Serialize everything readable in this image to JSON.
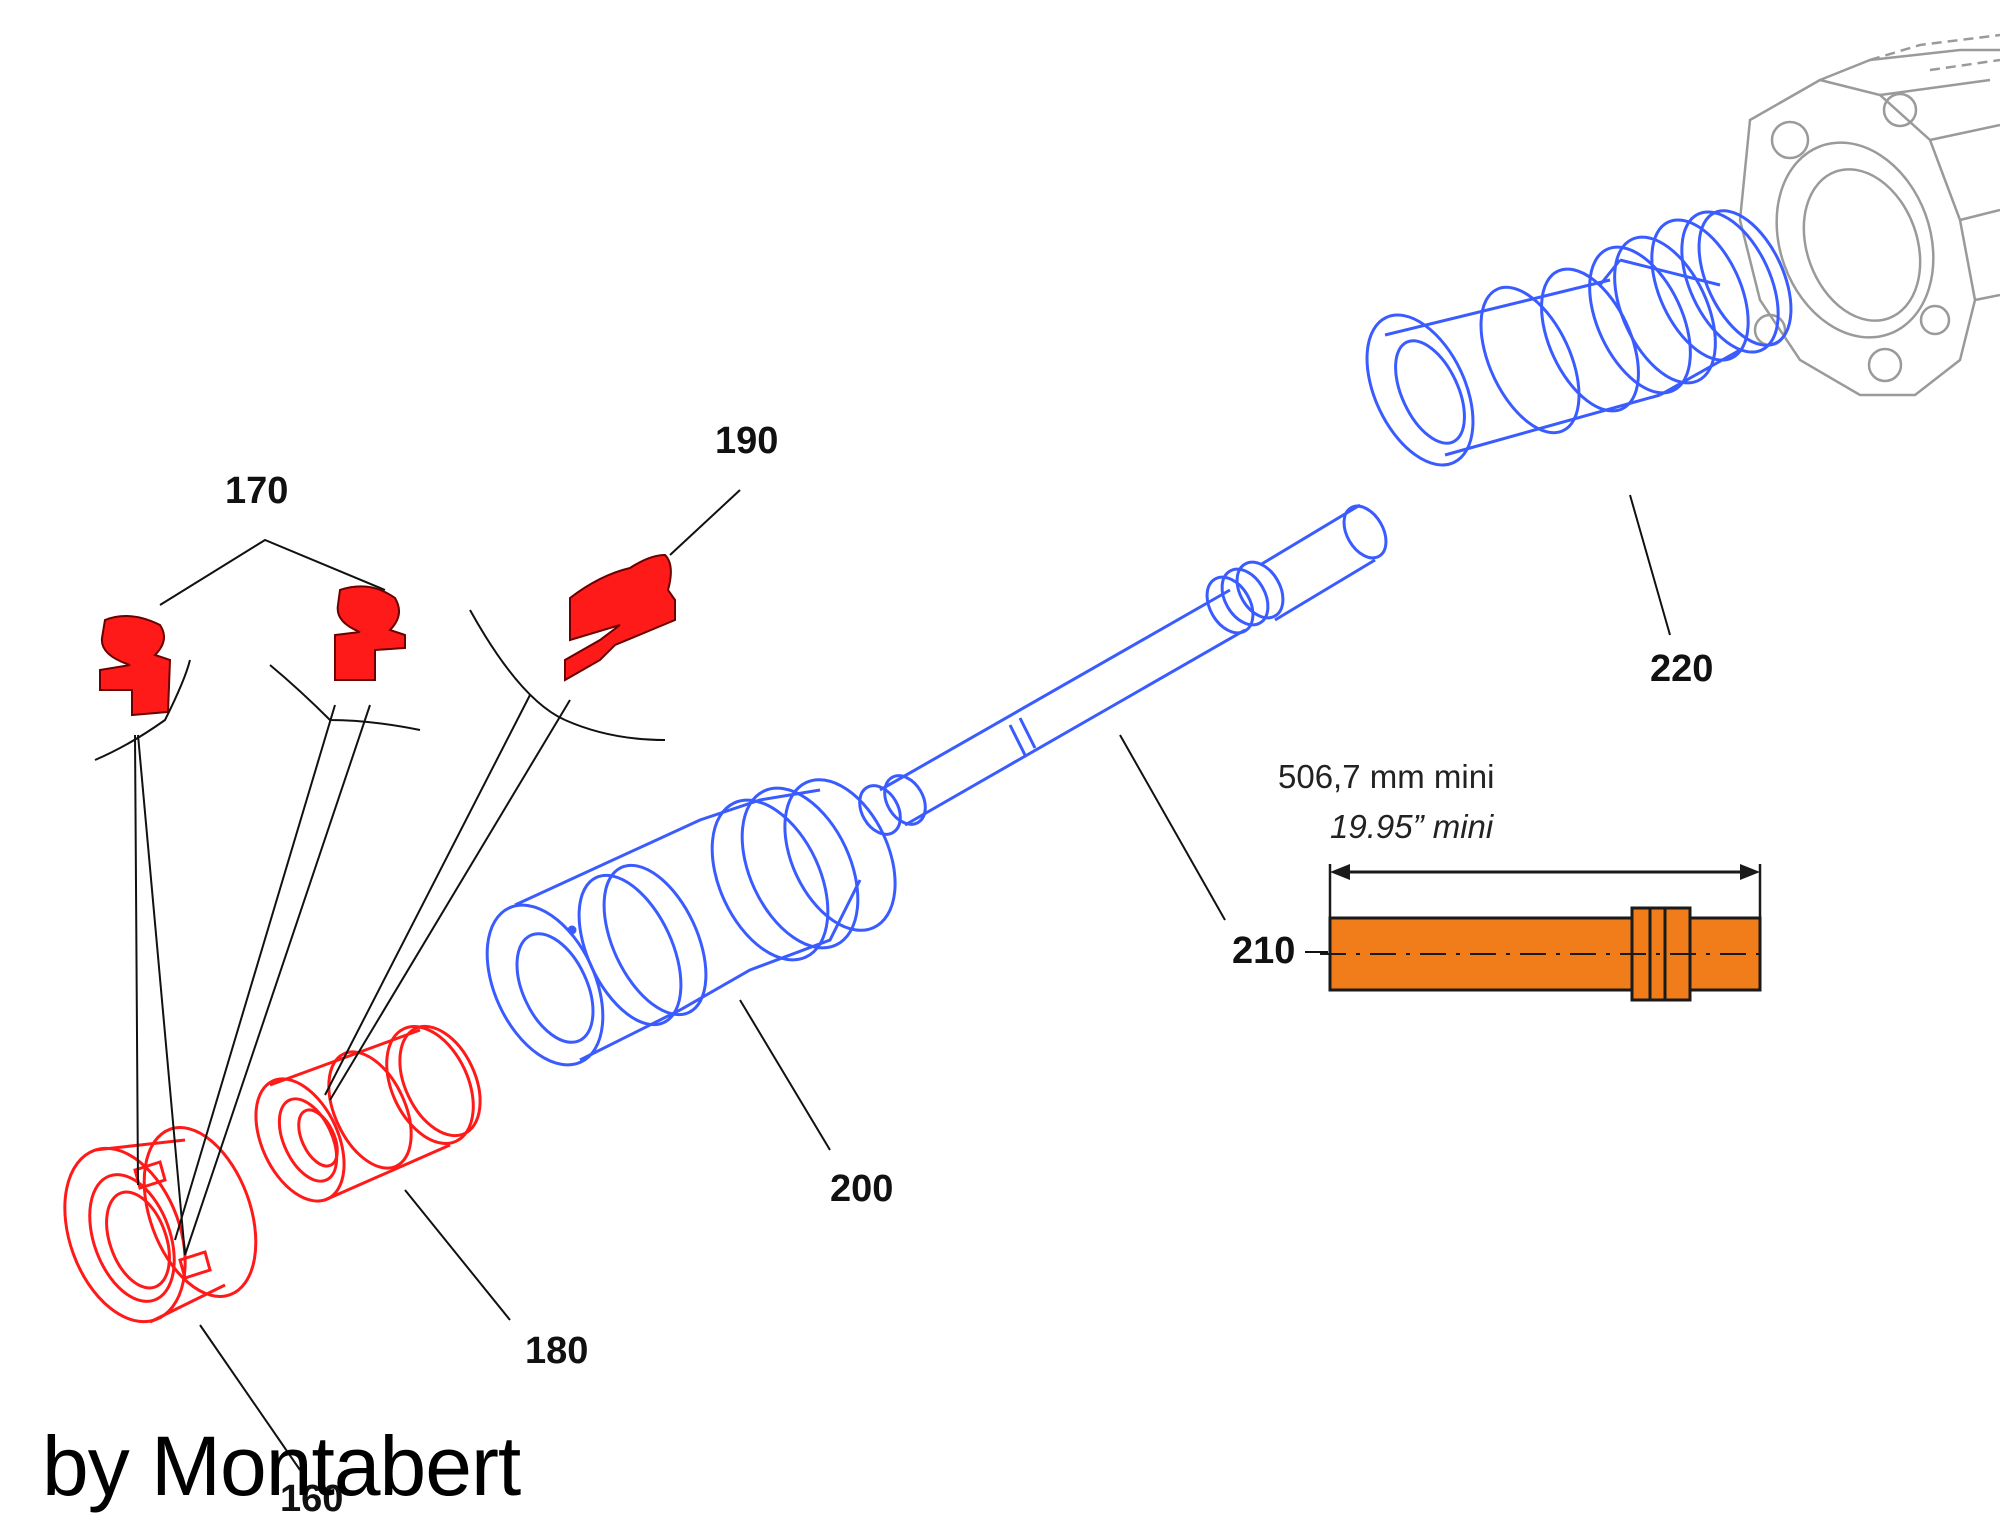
{
  "diagram": {
    "part_labels": {
      "p160": "160",
      "p170": "170",
      "p180": "180",
      "p190": "190",
      "p200": "200",
      "p210": "210",
      "p220": "220"
    },
    "dimension": {
      "metric": "506,7 mm mini",
      "imperial": "19.95” mini"
    },
    "credit": "by Montabert",
    "colors": {
      "red_parts": "#ff1a1a",
      "blue_parts": "#3a5cff",
      "orange_part": "#f07d1a",
      "gray_housing": "#9a9a9a",
      "leader_lines": "#111111"
    }
  }
}
